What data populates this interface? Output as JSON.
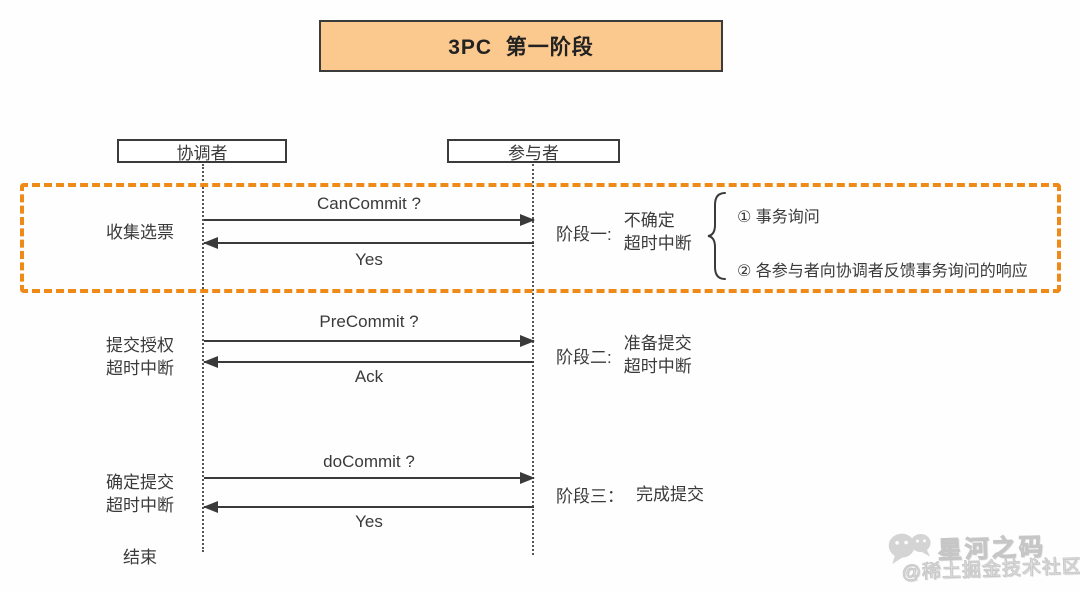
{
  "title": "3PC  第一阶段",
  "actors": [
    {
      "label": "协调者"
    },
    {
      "label": "参与者"
    }
  ],
  "phases": [
    {
      "left_label_lines": [
        "收集选票"
      ],
      "messages": [
        {
          "text": "CanCommit ?",
          "direction": "right"
        },
        {
          "text": "Yes",
          "direction": "left"
        }
      ],
      "stage": {
        "label": "阶段一:",
        "status_lines": [
          "不确定",
          "超时中断"
        ]
      },
      "notes": [
        "① 事务询问",
        "② 各参与者向协调者反馈事务询问的响应"
      ]
    },
    {
      "left_label_lines": [
        "提交授权",
        "超时中断"
      ],
      "messages": [
        {
          "text": "PreCommit ?",
          "direction": "right"
        },
        {
          "text": "Ack",
          "direction": "left"
        }
      ],
      "stage": {
        "label": "阶段二:",
        "status_lines": [
          "准备提交",
          "超时中断"
        ]
      }
    },
    {
      "left_label_lines": [
        "确定提交",
        "超时中断"
      ],
      "messages": [
        {
          "text": "doCommit ?",
          "direction": "right"
        },
        {
          "text": "Yes",
          "direction": "left"
        }
      ],
      "stage": {
        "label": "阶段三：",
        "status_lines": [
          "完成提交"
        ]
      }
    }
  ],
  "end_label": "结束",
  "watermark": {
    "icon": "wechat-chat-bubbles-icon",
    "name": "星河之码",
    "community": "@稀土掘金技术社区"
  },
  "colors": {
    "highlight_dash": "#EF8A19",
    "title_fill": "#FBC88D",
    "box_border": "#3b3b3b",
    "line": "#3a3a3a",
    "watermark_gray": "#c9c9c9"
  }
}
